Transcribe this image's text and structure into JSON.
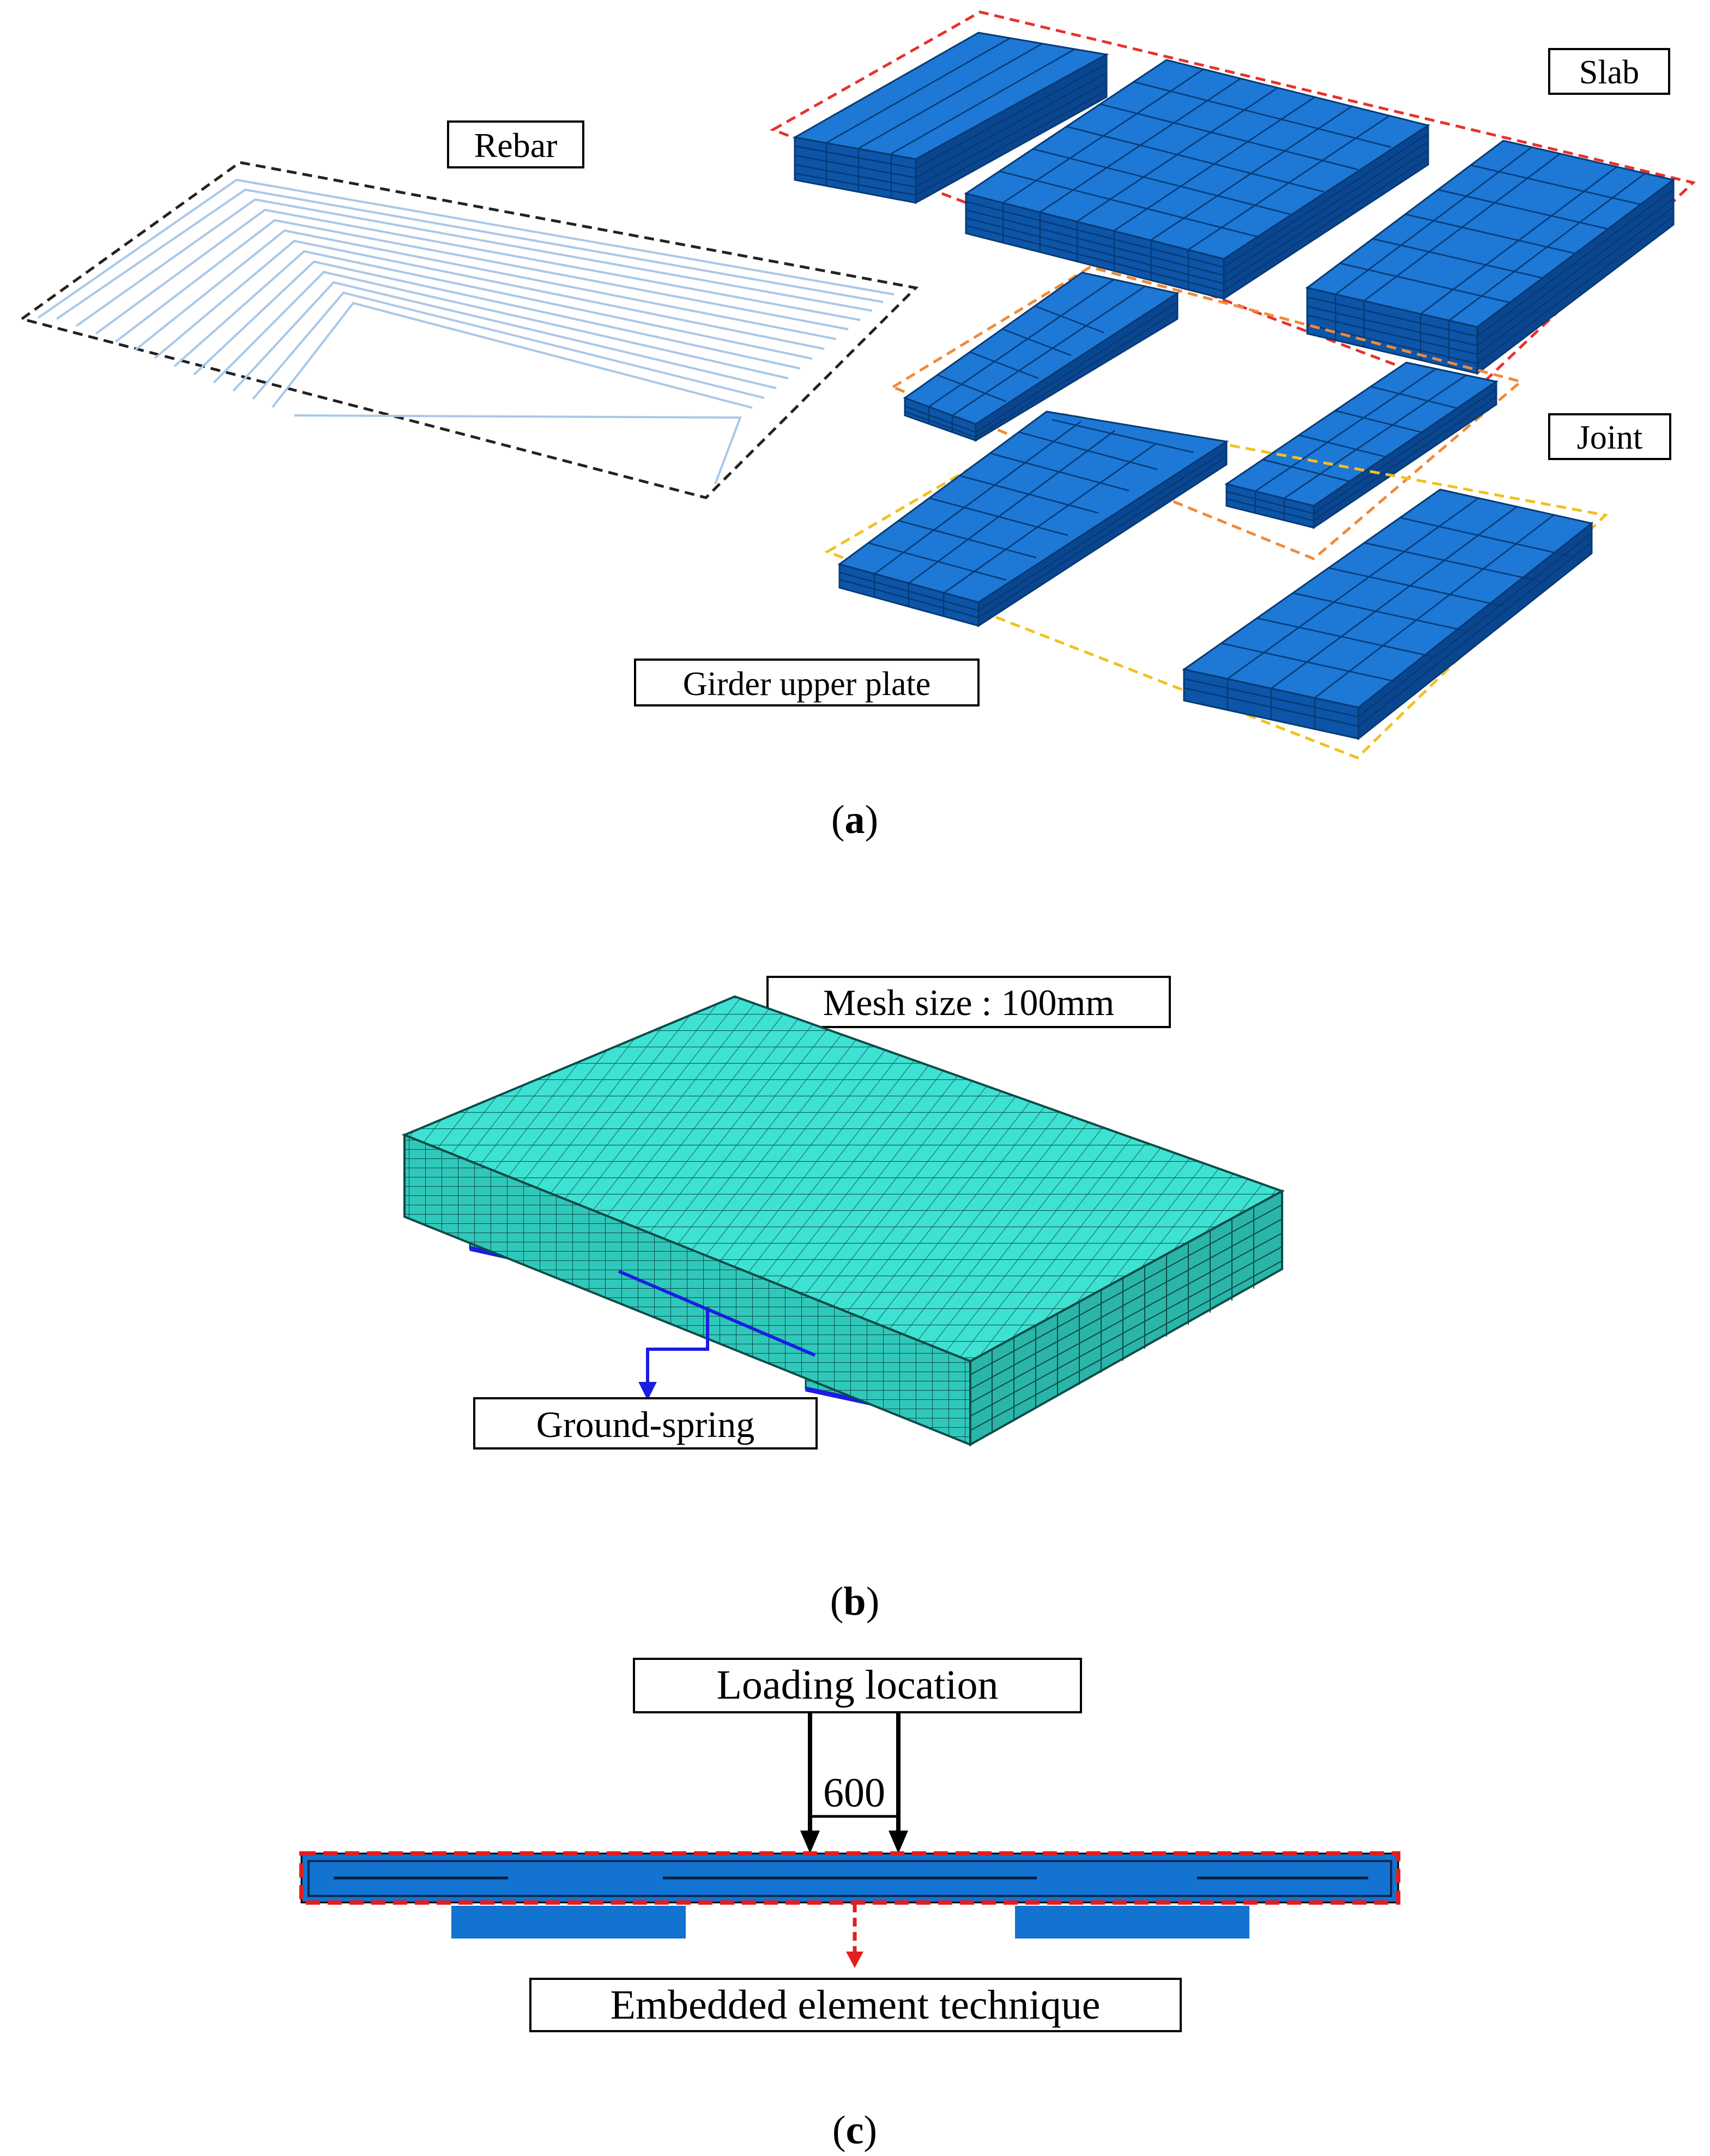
{
  "panel_a": {
    "caption_open": "(",
    "caption_letter": "a",
    "caption_close": ")",
    "labels": {
      "rebar": "Rebar",
      "slab": "Slab",
      "joint": "Joint",
      "girder": "Girder upper plate"
    }
  },
  "panel_b": {
    "caption_open": "(",
    "caption_letter": "b",
    "caption_close": ")",
    "labels": {
      "mesh": "Mesh size : 100mm",
      "spring": "Ground-spring"
    }
  },
  "panel_c": {
    "caption_open": "(",
    "caption_letter": "c",
    "caption_close": ")",
    "labels": {
      "loading": "Loading location",
      "dimension": "600",
      "embedded": "Embedded element technique"
    }
  },
  "colors": {
    "block_top": "#1d78d6",
    "block_left": "#0d55a8",
    "block_right": "#0a4690",
    "mesh_top": "#3ee2d2",
    "mesh_side": "#2fc3b6",
    "rebar_line": "#a9c8e8",
    "rebar_outline": "#222222",
    "slab_outline": "#e8312d",
    "joint_outline": "#f08a3a",
    "girder_outline": "#f2c01e",
    "spring_line": "#1a1ee0",
    "embed_red": "#e31e1e",
    "beam_blue": "#1273d1"
  }
}
